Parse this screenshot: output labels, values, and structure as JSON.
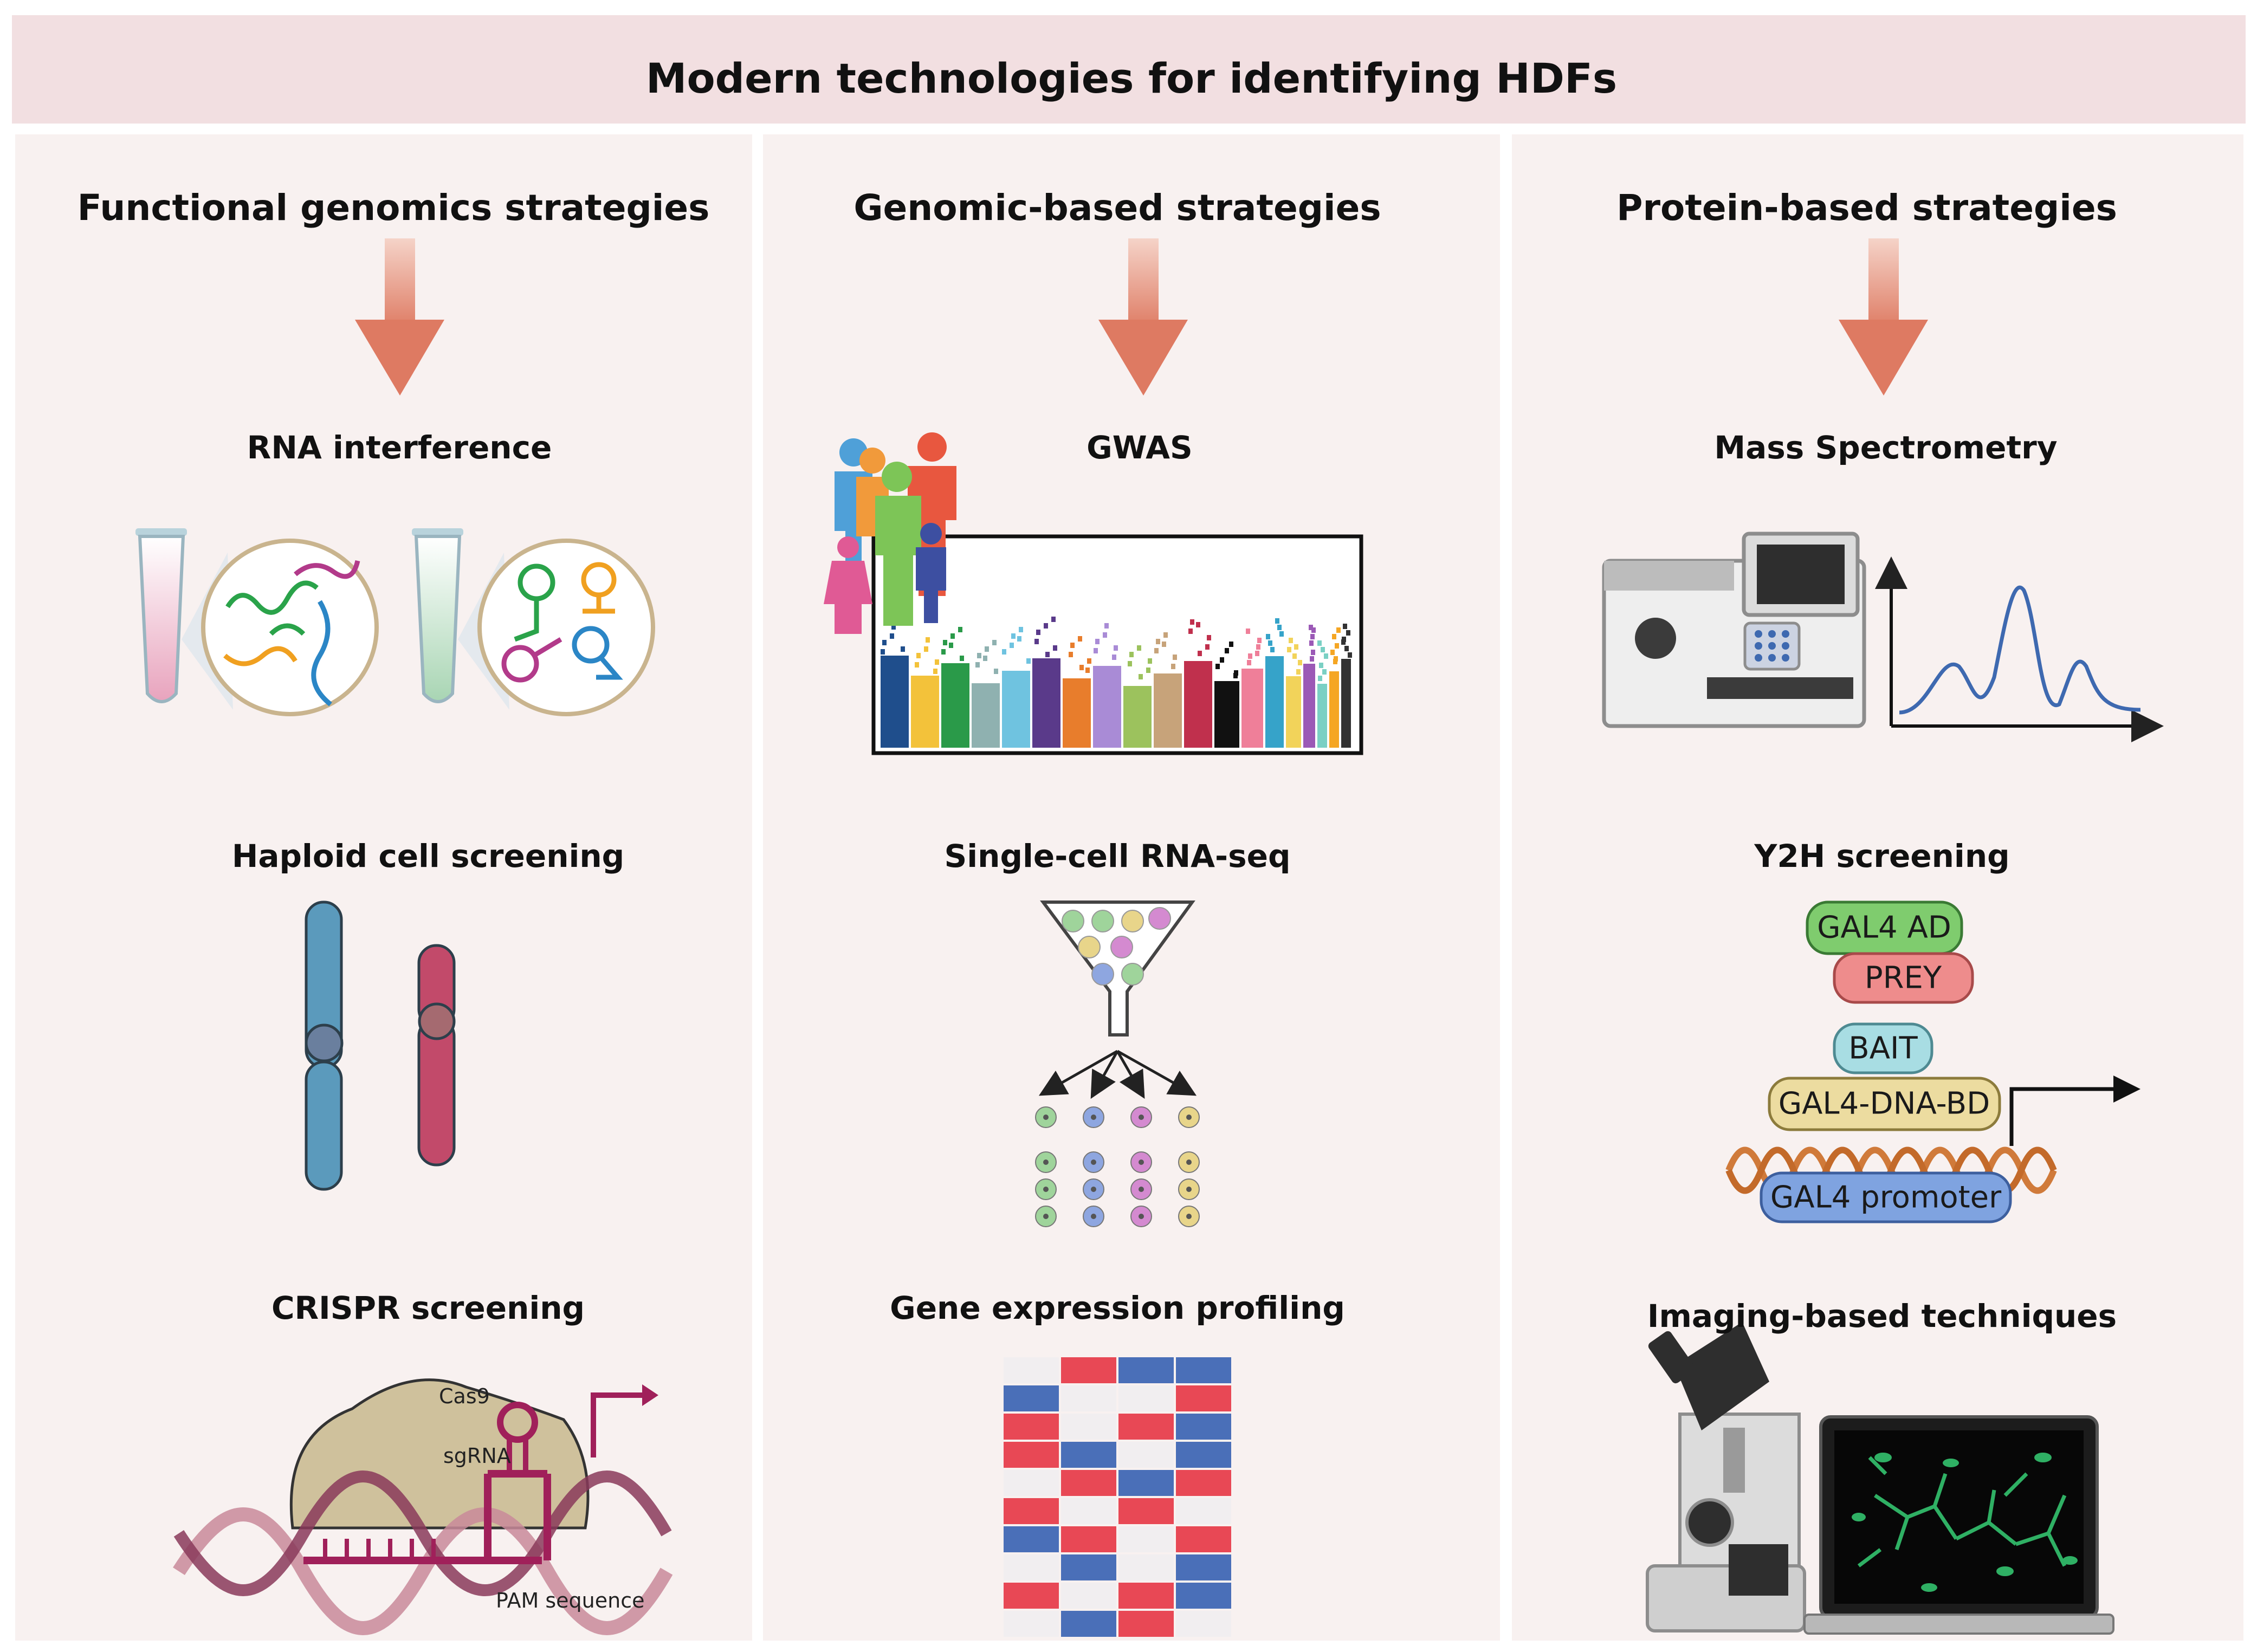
{
  "title": "Modern technologies for identifying HDFs",
  "columns": [
    {
      "heading": "Functional genomics strategies",
      "methods": [
        "RNA interference",
        "Haploid cell screening",
        "CRISPR screening"
      ]
    },
    {
      "heading": "Genomic-based strategies",
      "methods": [
        "GWAS",
        "Single-cell RNA-seq",
        "Gene expression profiling"
      ]
    },
    {
      "heading": "Protein-based strategies",
      "methods": [
        "Mass Spectrometry",
        "Y2H screening",
        "Imaging-based techniques"
      ]
    }
  ],
  "crispr_labels": {
    "cas9": "Cas9",
    "sgrna": "sgRNA",
    "pam": "PAM sequence"
  },
  "y2h_labels": {
    "ad": "GAL4 AD",
    "prey": "PREY",
    "bait": "BAIT",
    "dna_bd": "GAL4-DNA-BD",
    "promoter": "GAL4 promoter"
  },
  "colors": {
    "header_bg": "#f2dfe1",
    "panel_bg": "#f8f1f0",
    "arrow": "#e0816a"
  }
}
